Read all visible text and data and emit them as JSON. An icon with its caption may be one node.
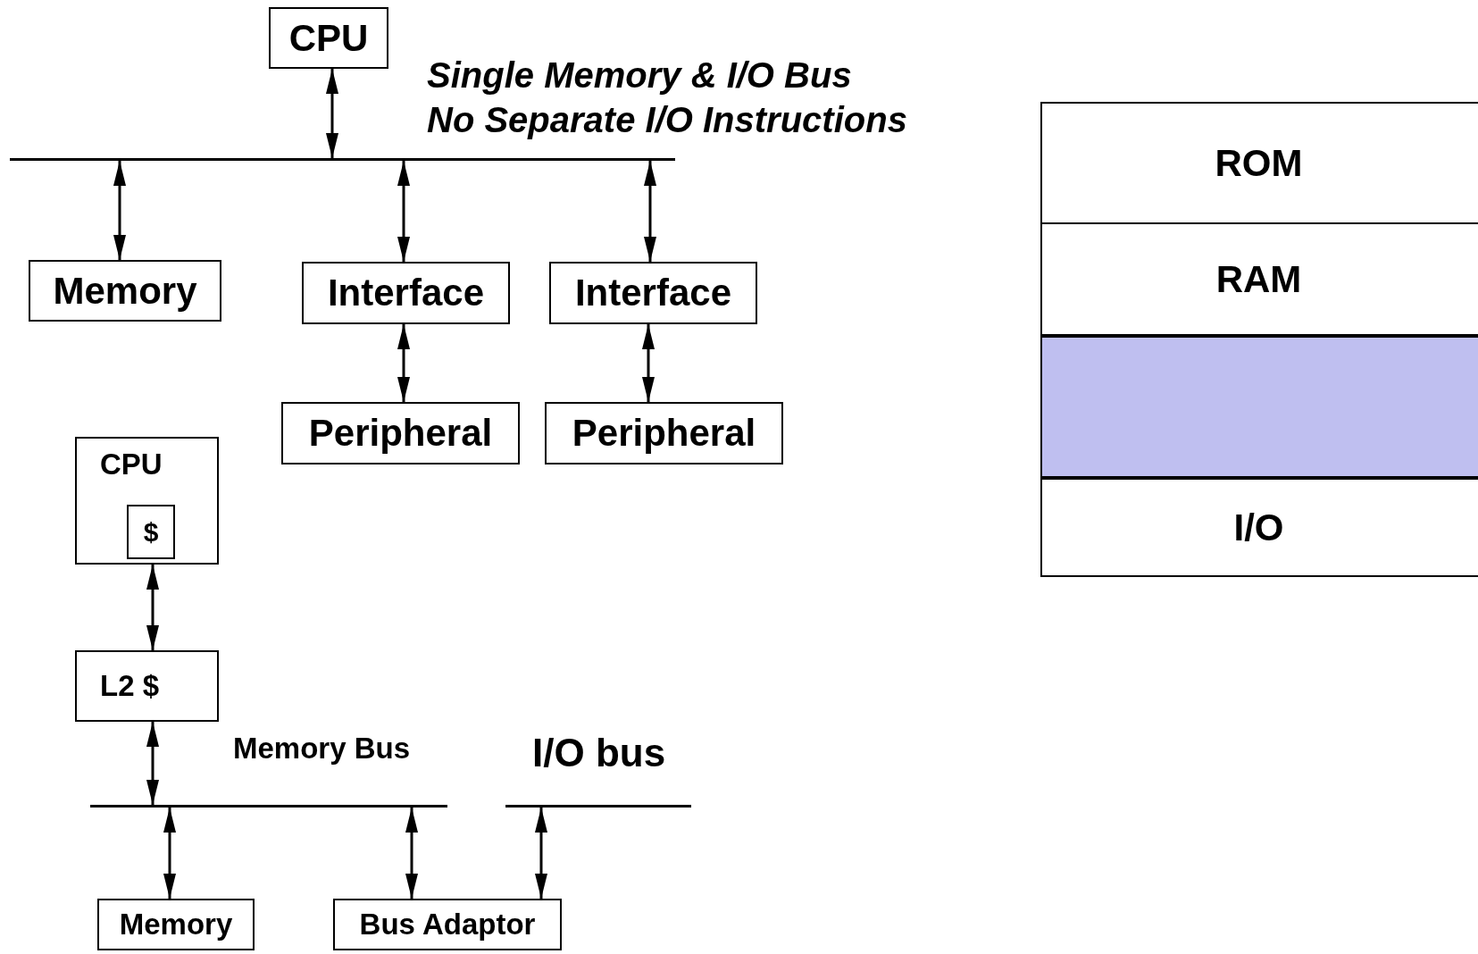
{
  "diagram": {
    "nodes": [
      {
        "text": [
          "CPU"
        ]
      },
      {
        "text": [],
        "shape": "bar"
      },
      {
        "text": [
          "Memory"
        ]
      },
      {
        "text": [
          "Interface"
        ]
      },
      {
        "text": [
          "Interface"
        ]
      },
      {
        "text": [
          "Peripheral"
        ]
      },
      {
        "text": [
          "Peripheral"
        ]
      },
      {
        "text": [
          "CPU"
        ]
      },
      {
        "text": [
          "$"
        ],
        "in": 7
      },
      {
        "text": [
          "L2 $"
        ]
      },
      {
        "text": [],
        "shape": "bar",
        "beside": [
          "Memory Bus"
        ]
      },
      {
        "text": [],
        "shape": "bar",
        "beside": [
          "I/O bus"
        ]
      },
      {
        "text": [
          "Memory"
        ]
      },
      {
        "text": [
          "Bus Adaptor"
        ]
      },
      {
        "text": [
          "ROM"
        ]
      },
      {
        "text": [
          "RAM"
        ]
      },
      {
        "text": [],
        "shape": "box"
      },
      {
        "text": [
          "I/O"
        ]
      }
    ],
    "edges": [
      {
        "from": 0,
        "to": 1,
        "arrow": "both"
      },
      {
        "from": 1,
        "to": 2,
        "arrow": "both"
      },
      {
        "from": 1,
        "to": 3,
        "arrow": "both"
      },
      {
        "from": 1,
        "to": 4,
        "arrow": "both"
      },
      {
        "from": 3,
        "to": 5,
        "arrow": "both"
      },
      {
        "from": 4,
        "to": 6,
        "arrow": "both"
      },
      {
        "from": 7,
        "to": 9,
        "arrow": "both"
      },
      {
        "from": 9,
        "to": 10,
        "arrow": "both"
      },
      {
        "from": 10,
        "to": 12,
        "arrow": "both"
      },
      {
        "from": 10,
        "to": 13,
        "arrow": "both"
      },
      {
        "from": 11,
        "to": 13,
        "arrow": "both"
      }
    ],
    "labels": [
      "Single Memory & I/O Bus",
      "No Separate I/O Instructions"
    ]
  }
}
